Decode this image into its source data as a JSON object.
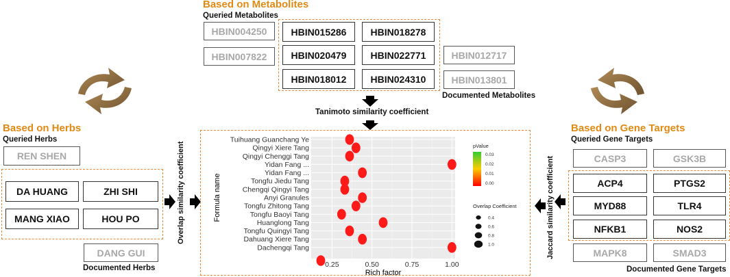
{
  "metabolites": {
    "title": "Based on Metabolites",
    "queried_label": "Queried Metabolites",
    "documented_label": "Documented Metabolites",
    "queried": [
      "HBIN015286",
      "HBIN018278",
      "HBIN020479",
      "HBIN022771",
      "HBIN018012",
      "HBIN024310"
    ],
    "documented": [
      "HBIN004250",
      "HBIN007822",
      "HBIN012717",
      "HBIN013801"
    ]
  },
  "herbs": {
    "title": "Based on Herbs",
    "queried_label": "Queried Herbs",
    "documented_label": "Documented Herbs",
    "queried": [
      "DA HUANG",
      "ZHI SHI",
      "MANG XIAO",
      "HOU PO"
    ],
    "documented": [
      "REN SHEN",
      "DANG GUI"
    ]
  },
  "genes": {
    "title": "Based on Gene Targets",
    "queried_label": "Queried Gene Targets",
    "documented_label": "Documented Gene Targets",
    "queried": [
      "ACP4",
      "PTGS2",
      "MYD88",
      "TLR4",
      "NFKB1",
      "NOS2"
    ],
    "documented": [
      "CASP3",
      "GSK3B",
      "MAPK8",
      "SMAD3"
    ]
  },
  "methods": {
    "tanimoto": "Tanimoto similarity coefficient",
    "overlap": "Overlap similarity coefficient",
    "jaccard": "Jaccard similarity coefficient"
  },
  "colors": {
    "accent_title": "#e08a14",
    "dashed_border": "#e58a3a",
    "documented_text": "#a8a8a8",
    "cycle_arrow": "#8c6a3a"
  },
  "icons": [
    "cycle-arrows-icon",
    "right-arrow-icon",
    "left-arrow-icon",
    "down-arrow-icon"
  ],
  "chart_data": {
    "type": "scatter",
    "xlabel": "Rich factor",
    "ylabel": "Formula name",
    "xlim": [
      0.12,
      1.02
    ],
    "x_ticks": [
      "0.25",
      "0.50",
      "0.75",
      "1.00"
    ],
    "x_tick_values": [
      0.25,
      0.5,
      0.75,
      1.0
    ],
    "grid": true,
    "legend_position": "right",
    "categories": [
      "Tuihuang Guanchang Ye",
      "Qingyi Xiere Tang",
      "Qingyi Chenggi Tang",
      "Yidan Fang ...",
      "Yidan Fang ...",
      "Tongfu Jiedu Tang",
      "Chengqi Qingyi Tang",
      "Anyi Granules",
      "Tongfu Zhitong Tang",
      "Tongfu Baoyi Tang",
      "Huanglong Tang",
      "Tongfu Quingyi Tang",
      "Dahuang Xiere Tang",
      "Dachengqi Tang"
    ],
    "points": [
      {
        "x": 0.36,
        "y": "Tuihuang Guanchang Ye",
        "overlap": 0.6,
        "pvalue": 0.0
      },
      {
        "x": 0.4,
        "y": "Qingyi Xiere Tang",
        "overlap": 0.6,
        "pvalue": 0.0
      },
      {
        "x": 0.36,
        "y": "Qingyi Chenggi Tang",
        "overlap": 0.6,
        "pvalue": 0.0
      },
      {
        "x": 1.0,
        "y": "Yidan Fang ...",
        "overlap": 0.6,
        "pvalue": 0.0
      },
      {
        "x": 0.44,
        "y": "Yidan Fang ...",
        "overlap": 0.6,
        "pvalue": 0.0
      },
      {
        "x": 0.33,
        "y": "Tongfu Jiedu Tang",
        "overlap": 0.6,
        "pvalue": 0.0
      },
      {
        "x": 0.33,
        "y": "Chengqi Qingyi Tang",
        "overlap": 0.6,
        "pvalue": 0.0
      },
      {
        "x": 0.44,
        "y": "Anyi Granules",
        "overlap": 0.6,
        "pvalue": 0.0
      },
      {
        "x": 0.4,
        "y": "Tongfu Zhitong Tang",
        "overlap": 0.6,
        "pvalue": 0.0
      },
      {
        "x": 0.31,
        "y": "Tongfu Baoyi Tang",
        "overlap": 0.6,
        "pvalue": 0.0
      },
      {
        "x": 0.57,
        "y": "Huanglong Tang",
        "overlap": 0.6,
        "pvalue": 0.0
      },
      {
        "x": 0.36,
        "y": "Tongfu Quingyi Tang",
        "overlap": 0.6,
        "pvalue": 0.0
      },
      {
        "x": 0.44,
        "y": "Dahuang Xiere Tang",
        "overlap": 0.6,
        "pvalue": 0.0
      },
      {
        "x": 1.0,
        "y": "Dachengqi Tang",
        "overlap": 0.6,
        "pvalue": 0.0
      },
      {
        "x": 0.18,
        "y": "",
        "overlap": 0.6,
        "pvalue": 0.0
      }
    ],
    "legend_pvalue": {
      "title": "pValue",
      "ticks": [
        "0.03",
        "0.02",
        "0.01",
        "0.00"
      ],
      "colors": [
        "#33cc33",
        "#ffcc00",
        "#ff0000"
      ]
    },
    "legend_overlap": {
      "title": "Overlap Coefficient",
      "values": [
        0.4,
        0.6,
        0.8,
        1.0
      ],
      "labels": [
        "0.4",
        "0.6",
        "0.8",
        "1.0"
      ]
    },
    "point_color": "#ff1a1a",
    "panel_color": "#ebebeb"
  }
}
